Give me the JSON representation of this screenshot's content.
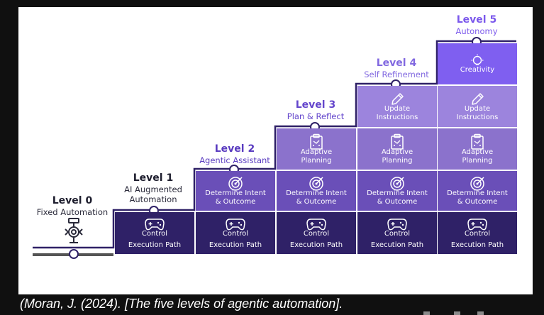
{
  "levels": [
    {
      "title": "Level 0",
      "subtitle": "Fixed Automation"
    },
    {
      "title": "Level 1",
      "subtitle_lines": [
        "AI Augmented",
        "Automation"
      ]
    },
    {
      "title": "Level 2",
      "subtitle": "Agentic Assistant"
    },
    {
      "title": "Level 3",
      "subtitle": "Plan & Reflect"
    },
    {
      "title": "Level 4",
      "subtitle": "Self Refinement"
    },
    {
      "title": "Level 5",
      "subtitle": "Autonomy"
    }
  ],
  "capabilities": {
    "control": "Control",
    "execution_path": "Execution Path",
    "intent_line1": "Determine Intent",
    "intent_line2": "& Outcome",
    "adaptive_line1": "Adaptive",
    "adaptive_line2": "Planning",
    "update_line1": "Update",
    "update_line2": "Instructions",
    "creativity": "Creativity"
  },
  "icons": [
    "robot-arm-icon",
    "gamepad-icon",
    "target-icon",
    "clipboard-icon",
    "pencil-icon",
    "lightbulb-icon"
  ],
  "colors": {
    "row1": "#2f2167",
    "row2": "#6a4fb8",
    "row3": "#8b72cc",
    "row4": "#9c84dd",
    "row5": "#7f5ff0"
  },
  "caption": "(Moran, J. (2024). [The five levels of agentic automation]."
}
